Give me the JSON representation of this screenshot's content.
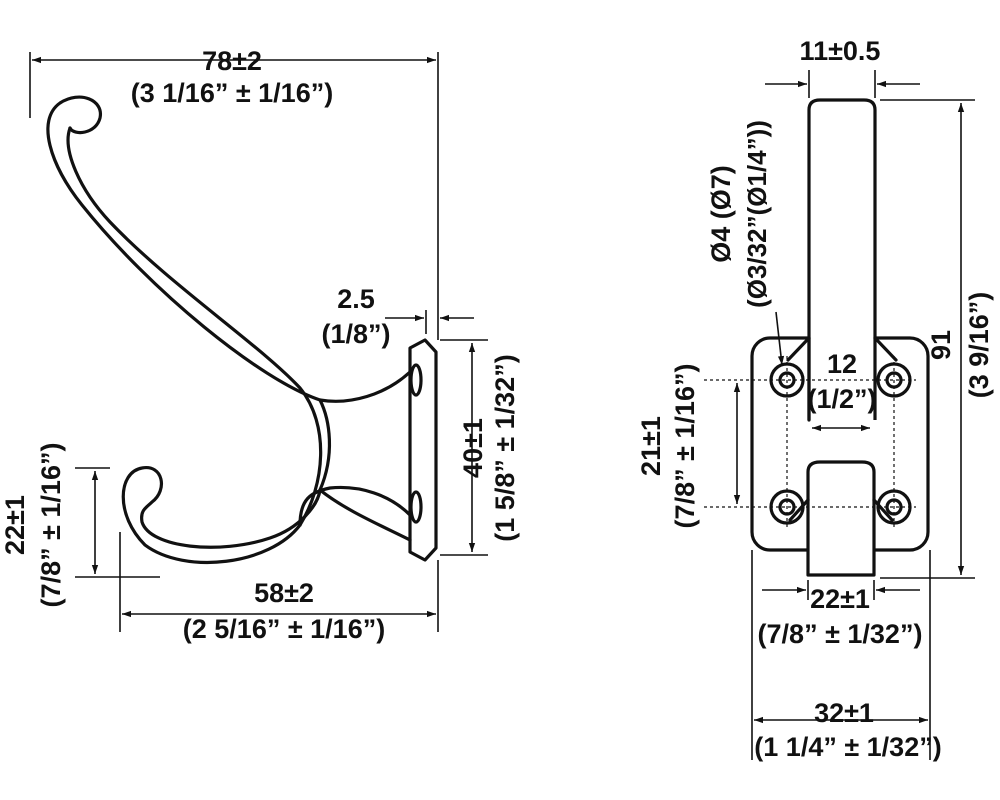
{
  "side_view": {
    "overall_width": {
      "value": "78±2",
      "imperial": "(3 1/16” ± 1/16”)"
    },
    "plate_thickness": {
      "value": "2.5",
      "imperial": "(1/8”)"
    },
    "hole_spacing": {
      "value": "40±1",
      "imperial": "(1 5/8” ± 1/32”)"
    },
    "lower_hook_height": {
      "value": "22±1",
      "imperial": "(7/8” ± 1/16”)"
    },
    "lower_hook_reach": {
      "value": "58±2",
      "imperial": "(2 5/16” ± 1/16”)"
    }
  },
  "front_view": {
    "hook_width": {
      "value": "11±0.5"
    },
    "screw_hole": {
      "value": "Ø4 (Ø7)",
      "imperial": "(Ø3/32”(Ø1/4”))"
    },
    "hole_gap": {
      "value": "12",
      "imperial": "(1/2”)"
    },
    "overall_height": {
      "value": "91",
      "imperial": "(3 9/16”)"
    },
    "hole_vertical": {
      "value": "21±1",
      "imperial": "(7/8” ± 1/16”)"
    },
    "lower_hook_width": {
      "value": "22±1",
      "imperial": "(7/8” ± 1/32”)"
    },
    "plate_width": {
      "value": "32±1",
      "imperial": "(1 1/4” ± 1/32”)"
    }
  }
}
